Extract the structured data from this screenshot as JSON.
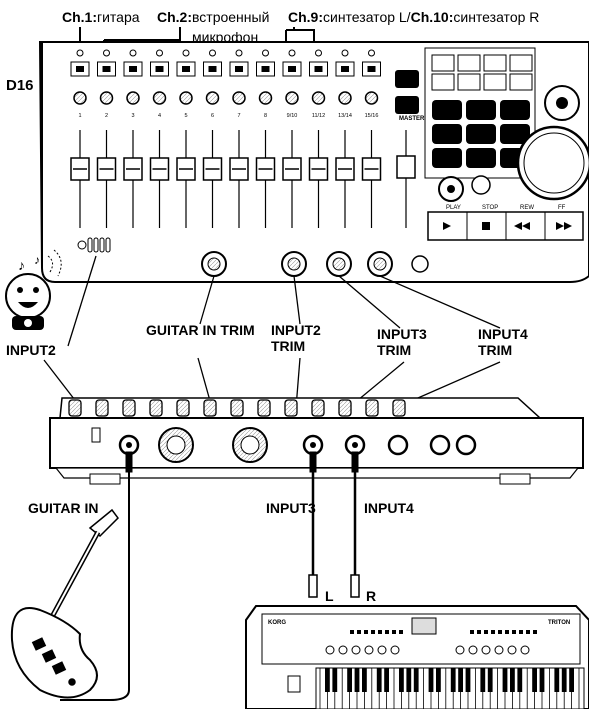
{
  "header": {
    "ch1_prefix": "Ch.1:",
    "ch1_name": "гитара",
    "ch2_prefix": "Ch.2:",
    "ch2_name": "встроенный микрофон",
    "ch9_prefix": "Ch.9:",
    "ch9_name": "синтезатор L/",
    "ch10_prefix": "Ch.10:",
    "ch10_name": "синтезатор R"
  },
  "mixer": {
    "model": "D16",
    "channel_numbers": [
      "1",
      "2",
      "3",
      "4",
      "5",
      "6",
      "7",
      "8",
      "9/10",
      "11/12",
      "13/14",
      "15/16"
    ],
    "master_label": "MASTER",
    "transport": [
      "PLAY",
      "STOP",
      "REW",
      "FF"
    ]
  },
  "callouts": {
    "mic_input": "INPUT2",
    "guitar_trim": "GUITAR IN TRIM",
    "input2_trim": "INPUT2 TRIM",
    "input3_trim": "INPUT3 TRIM",
    "input4_trim": "INPUT4 TRIM"
  },
  "jacks": {
    "guitar_in": "GUITAR IN",
    "input3": "INPUT3",
    "input4": "INPUT4",
    "left": "L",
    "right": "R"
  },
  "keyboard": {
    "brand": "KORG",
    "model": "TRITON"
  }
}
